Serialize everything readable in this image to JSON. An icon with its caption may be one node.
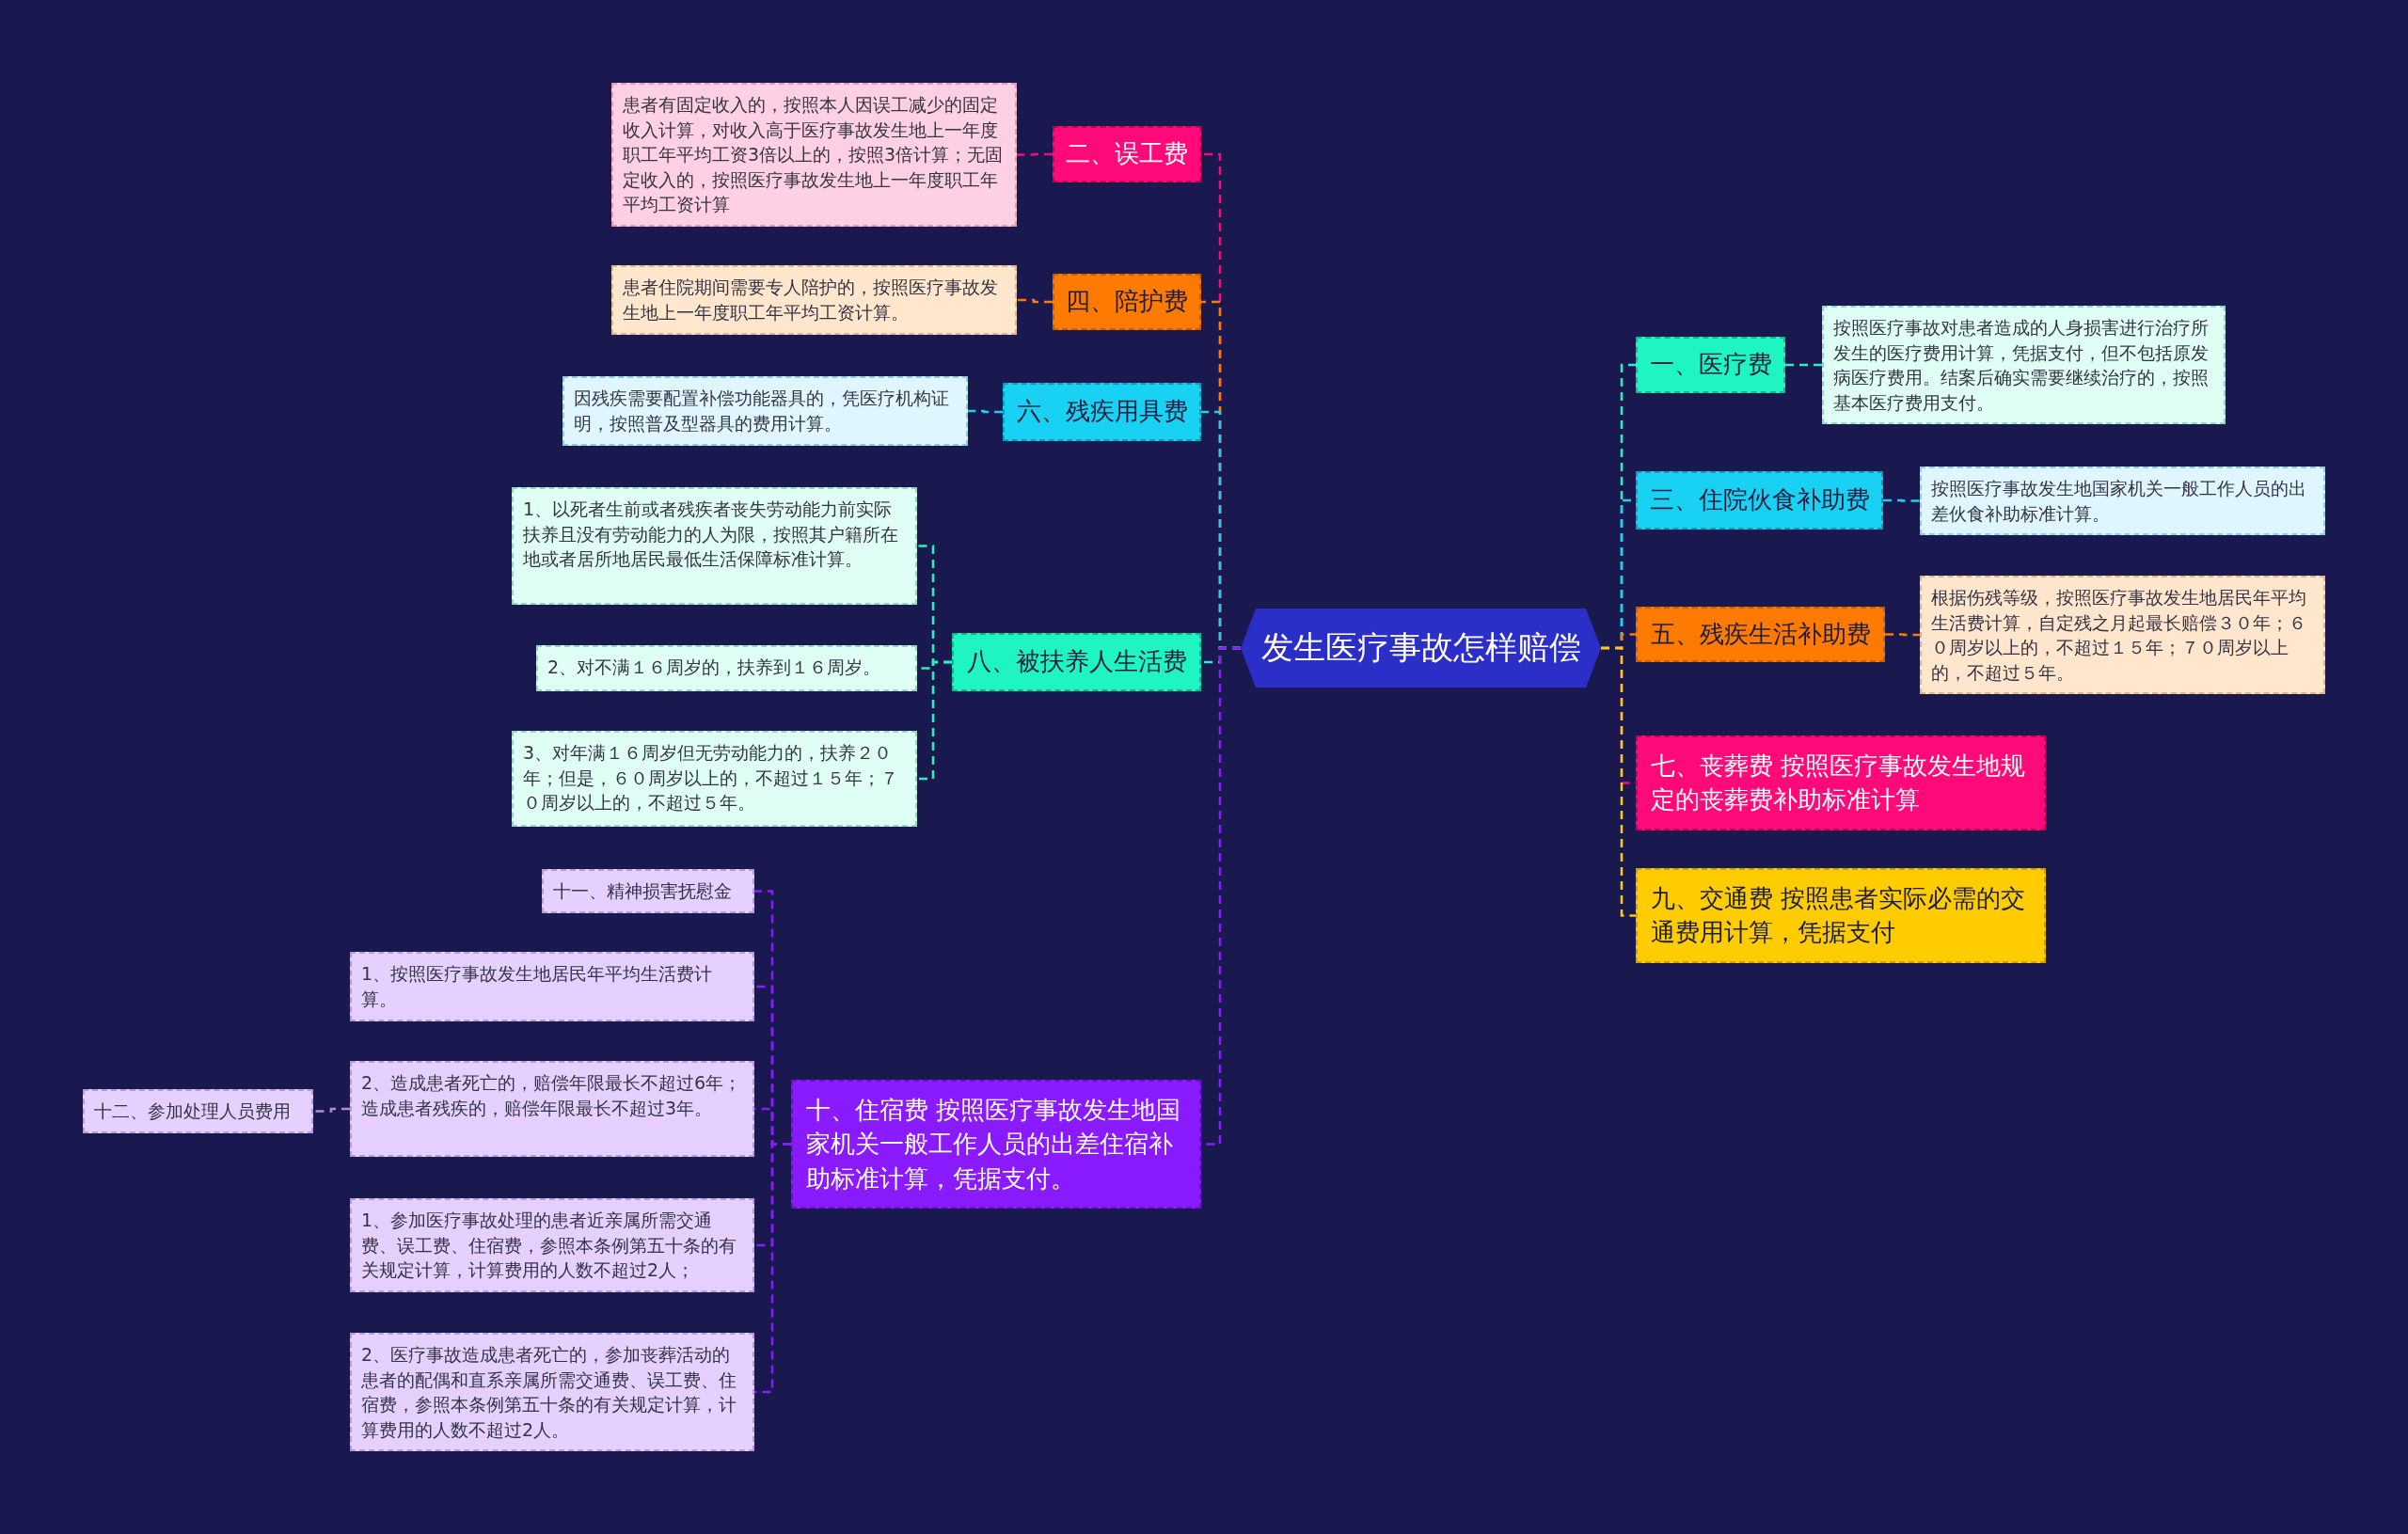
{
  "diagram": {
    "nodes": [
      {
        "text": [
          "发生医疗事故怎样赔偿"
        ]
      },
      {
        "text": [
          "一、医疗费"
        ]
      },
      {
        "text": [
          "按照医疗事故对患者造成的人身损害进行治疗所发生的医疗费用计算，凭据支付，但不包括原发病医疗费用。结案后确实需要继续治疗的，按照基本医疗费用支付。"
        ]
      },
      {
        "text": [
          "三、住院伙食补助费"
        ]
      },
      {
        "text": [
          "按照医疗事故发生地国家机关一般工作人员的出差伙食补助标准计算。"
        ]
      },
      {
        "text": [
          "五、残疾生活补助费"
        ]
      },
      {
        "text": [
          "根据伤残等级，按照医疗事故发生地居民年平均生活费计算，自定残之月起最长赔偿３０年；６０周岁以上的，不超过１５年；７０周岁以上的，不超过５年。"
        ]
      },
      {
        "text": [
          "七、丧葬费 按照医疗事故发生地规定的丧葬费补助标准计算"
        ]
      },
      {
        "text": [
          "九、交通费 按照患者实际必需的交通费用计算，凭据支付"
        ]
      },
      {
        "text": [
          "二、误工费"
        ]
      },
      {
        "text": [
          "患者有固定收入的，按照本人因误工减少的固定收入计算，对收入高于医疗事故发生地上一年度职工年平均工资3倍以上的，按照3倍计算；无固定收入的，按照医疗事故发生地上一年度职工年平均工资计算"
        ]
      },
      {
        "text": [
          "四、陪护费"
        ]
      },
      {
        "text": [
          "患者住院期间需要专人陪护的，按照医疗事故发生地上一年度职工年平均工资计算。"
        ]
      },
      {
        "text": [
          "六、残疾用具费"
        ]
      },
      {
        "text": [
          "因残疾需要配置补偿功能器具的，凭医疗机构证明，按照普及型器具的费用计算。"
        ]
      },
      {
        "text": [
          "八、被扶养人生活费"
        ]
      },
      {
        "text": [
          "1、以死者生前或者残疾者丧失劳动能力前实际扶养且没有劳动能力的人为限，按照其户籍所在地或者居所地居民最低生活保障标准计算。"
        ]
      },
      {
        "text": [
          "2、对不满１６周岁的，扶养到１６周岁。"
        ]
      },
      {
        "text": [
          "3、对年满１６周岁但无劳动能力的，扶养２０年；但是，６０周岁以上的，不超过１５年；７０周岁以上的，不超过５年。"
        ]
      },
      {
        "text": [
          "十、住宿费 按照医疗事故发生地国家机关一般工作人员的出差住宿补助标准计算，凭据支付。"
        ]
      },
      {
        "text": [
          "十一、精神损害抚慰金"
        ]
      },
      {
        "text": [
          "1、按照医疗事故发生地居民年平均生活费计算。"
        ]
      },
      {
        "text": [
          "2、造成患者死亡的，赔偿年限最长不超过6年；造成患者残疾的，赔偿年限最长不超过3年。"
        ]
      },
      {
        "text": [
          "1、参加医疗事故处理的患者近亲属所需交通费、误工费、住宿费，参照本条例第五十条的有关规定计算，计算费用的人数不超过2人；"
        ]
      },
      {
        "text": [
          "2、医疗事故造成患者死亡的，参加丧葬活动的患者的配偶和直系亲属所需交通费、误工费、住宿费，参照本条例第五十条的有关规定计算，计算费用的人数不超过2人。"
        ]
      },
      {
        "text": [
          "十二、参加处理人员费用"
        ]
      }
    ],
    "edges": [
      {
        "from": 0,
        "to": 1,
        "arrow": "none",
        "style": "dashed",
        "color": "#1ef5c0"
      },
      {
        "from": 1,
        "to": 2,
        "arrow": "none",
        "style": "dashed",
        "color": "#1ef5c0"
      },
      {
        "from": 0,
        "to": 3,
        "arrow": "none",
        "style": "dashed",
        "color": "#19d1f2"
      },
      {
        "from": 3,
        "to": 4,
        "arrow": "none",
        "style": "dashed",
        "color": "#19d1f2"
      },
      {
        "from": 0,
        "to": 5,
        "arrow": "none",
        "style": "dashed",
        "color": "#ff7a00"
      },
      {
        "from": 5,
        "to": 6,
        "arrow": "none",
        "style": "dashed",
        "color": "#ff7a00"
      },
      {
        "from": 0,
        "to": 7,
        "arrow": "none",
        "style": "dashed",
        "color": "#ff0a78"
      },
      {
        "from": 0,
        "to": 8,
        "arrow": "none",
        "style": "dashed",
        "color": "#ffcc00"
      },
      {
        "from": 0,
        "to": 9,
        "arrow": "none",
        "style": "dashed",
        "color": "#ff0a78"
      },
      {
        "from": 9,
        "to": 10,
        "arrow": "none",
        "style": "dashed",
        "color": "#ff0a78"
      },
      {
        "from": 0,
        "to": 11,
        "arrow": "none",
        "style": "dashed",
        "color": "#ff7a00"
      },
      {
        "from": 11,
        "to": 12,
        "arrow": "none",
        "style": "dashed",
        "color": "#ff7a00"
      },
      {
        "from": 0,
        "to": 13,
        "arrow": "none",
        "style": "dashed",
        "color": "#19d1f2"
      },
      {
        "from": 13,
        "to": 14,
        "arrow": "none",
        "style": "dashed",
        "color": "#19d1f2"
      },
      {
        "from": 0,
        "to": 15,
        "arrow": "none",
        "style": "dashed",
        "color": "#1ef5c0"
      },
      {
        "from": 15,
        "to": 16,
        "arrow": "none",
        "style": "dashed",
        "color": "#1ef5c0"
      },
      {
        "from": 15,
        "to": 17,
        "arrow": "none",
        "style": "dashed",
        "color": "#1ef5c0"
      },
      {
        "from": 15,
        "to": 18,
        "arrow": "none",
        "style": "dashed",
        "color": "#1ef5c0"
      },
      {
        "from": 0,
        "to": 19,
        "arrow": "none",
        "style": "dashed",
        "color": "#8a1aff"
      },
      {
        "from": 19,
        "to": 20,
        "arrow": "none",
        "style": "dashed",
        "color": "#8a1aff"
      },
      {
        "from": 19,
        "to": 21,
        "arrow": "none",
        "style": "dashed",
        "color": "#8a1aff"
      },
      {
        "from": 19,
        "to": 22,
        "arrow": "none",
        "style": "dashed",
        "color": "#8a1aff"
      },
      {
        "from": 19,
        "to": 23,
        "arrow": "none",
        "style": "dashed",
        "color": "#8a1aff"
      },
      {
        "from": 19,
        "to": 24,
        "arrow": "none",
        "style": "dashed",
        "color": "#8a1aff"
      },
      {
        "from": 22,
        "to": 25,
        "arrow": "none",
        "style": "dashed",
        "color": "#b28ad6"
      }
    ]
  }
}
